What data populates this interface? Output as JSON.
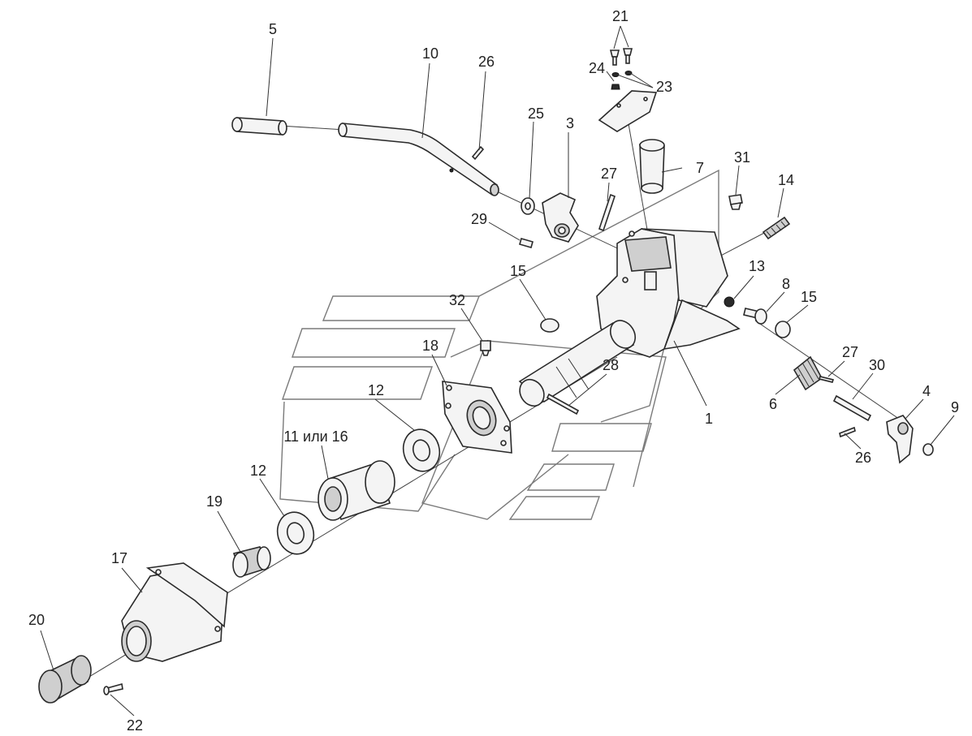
{
  "labels": {
    "l1": "1",
    "l3": "3",
    "l4": "4",
    "l5": "5",
    "l6": "6",
    "l7": "7",
    "l8": "8",
    "l9": "9",
    "l10": "10",
    "l11_16": "11 или 16",
    "l12a": "12",
    "l12b": "12",
    "l13": "13",
    "l14": "14",
    "l15a": "15",
    "l15b": "15",
    "l17": "17",
    "l18": "18",
    "l19": "19",
    "l20": "20",
    "l21": "21",
    "l22": "22",
    "l23": "23",
    "l24": "24",
    "l25": "25",
    "l26a": "26",
    "l26b": "26",
    "l27a": "27",
    "l27b": "27",
    "l28": "28",
    "l29": "29",
    "l30": "30",
    "l31": "31",
    "l32": "32"
  },
  "colors": {
    "line": "#2a2a2a",
    "fill": "#f4f4f4",
    "shade": "#cfcfcf",
    "watermark": "#7a7a7a"
  }
}
